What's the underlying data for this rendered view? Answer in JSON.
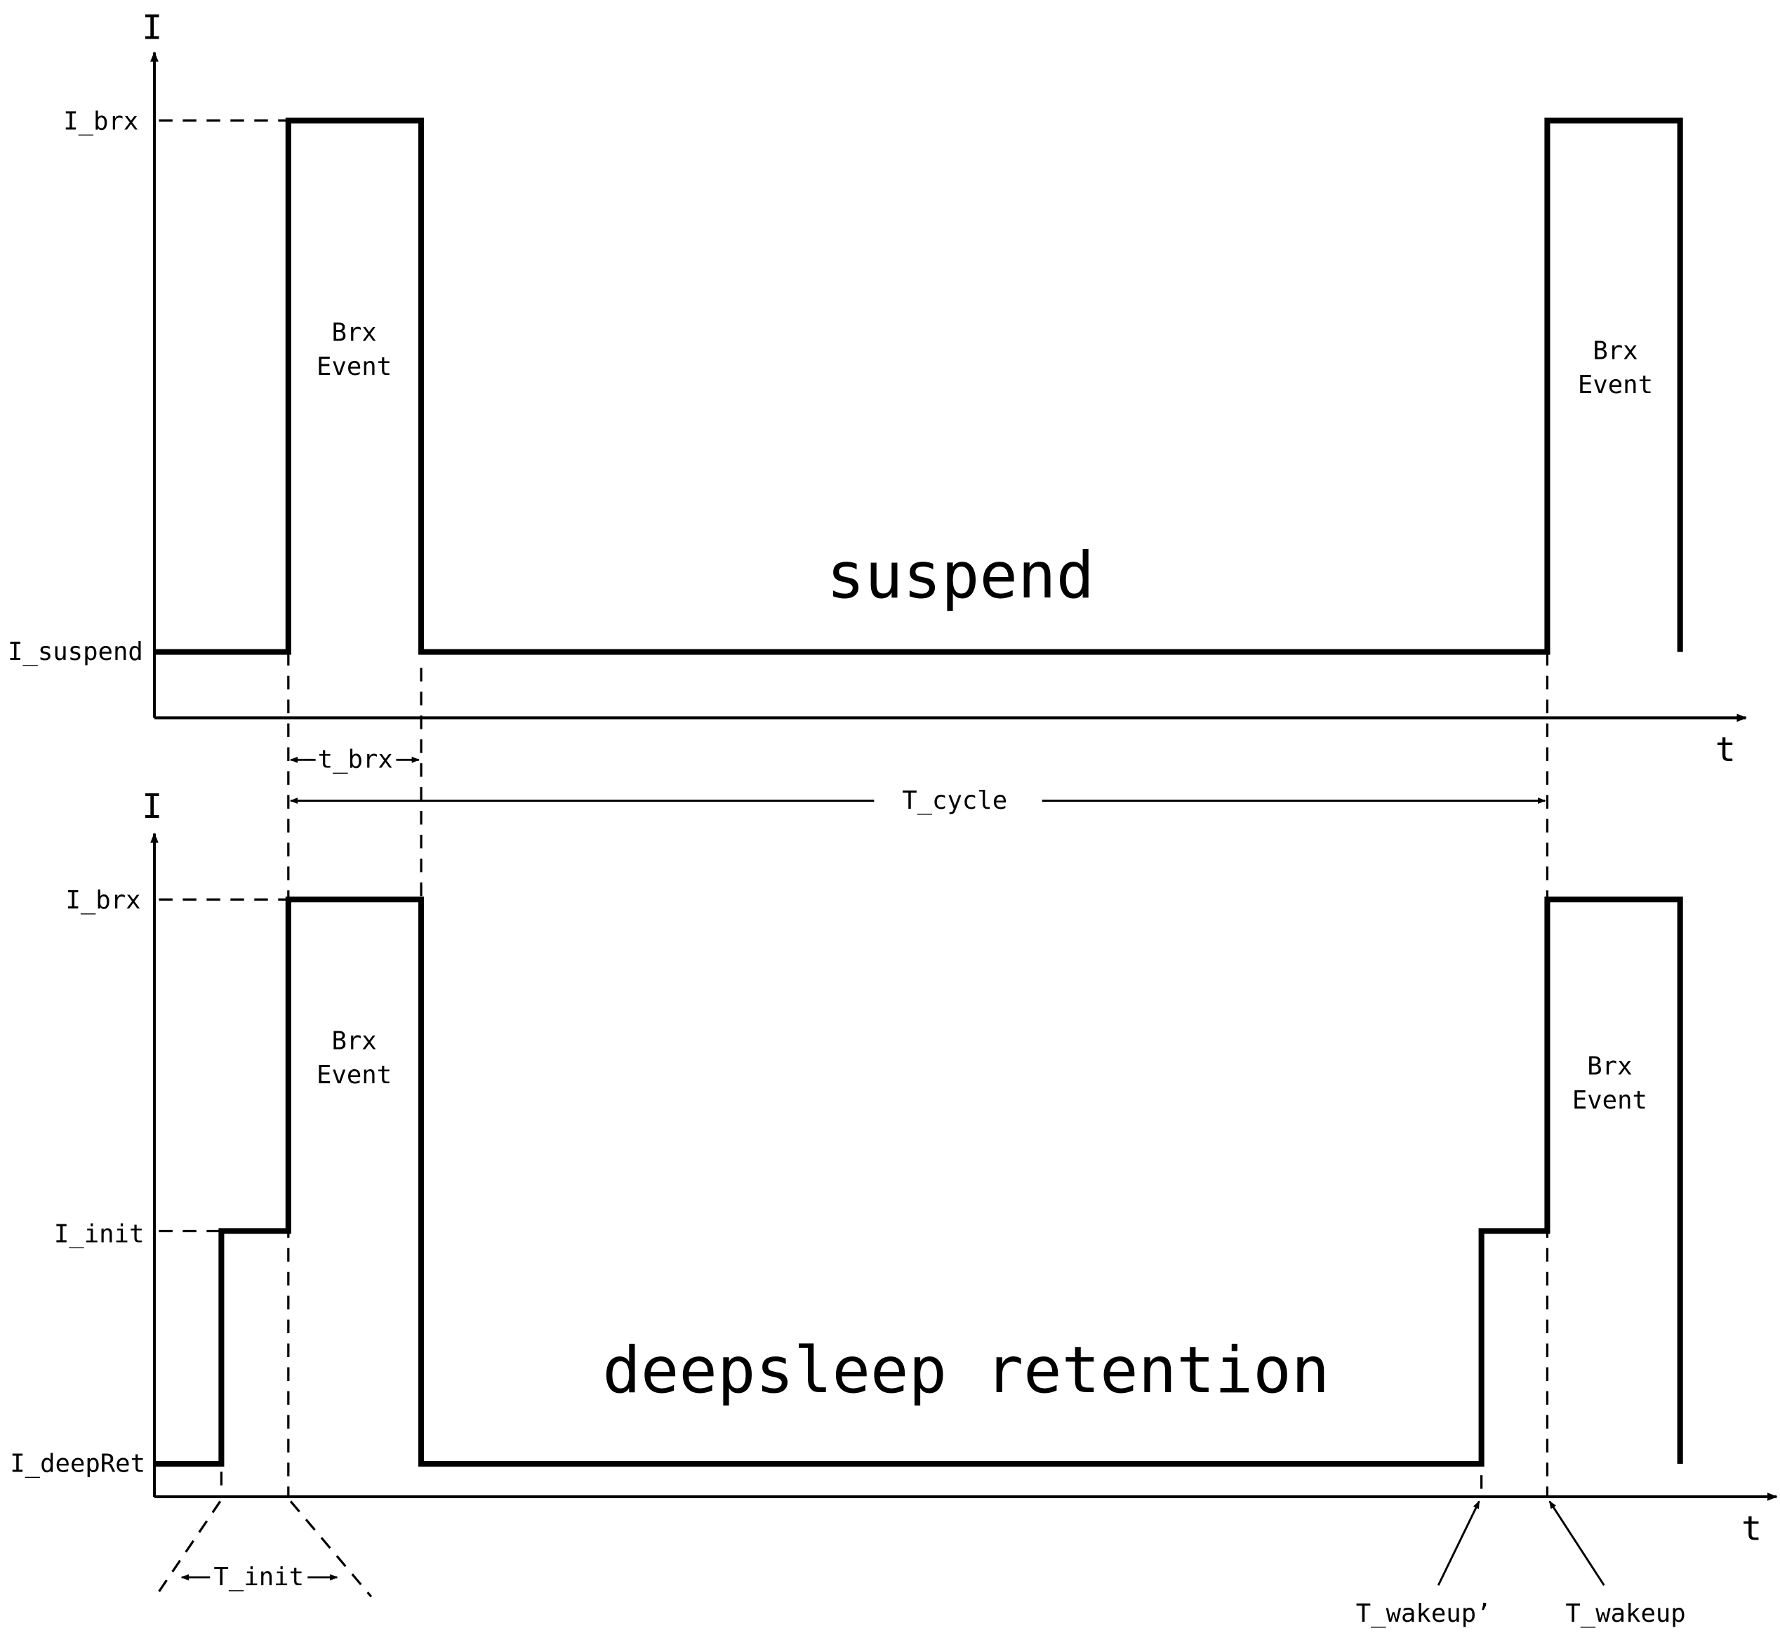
{
  "top_panel": {
    "y_axis_label": "I",
    "x_axis_label": "t",
    "level_high": "I_brx",
    "level_low": "I_suspend",
    "event_left": [
      "Brx",
      "Event"
    ],
    "event_right": [
      "Brx",
      "Event"
    ],
    "mode_label": "suspend"
  },
  "intervals": {
    "t_brx": "t_brx",
    "t_cycle": "T_cycle"
  },
  "bottom_panel": {
    "y_axis_label": "I",
    "x_axis_label": "t",
    "level_high": "I_brx",
    "level_mid": "I_init",
    "level_low": "I_deepRet",
    "event_left": [
      "Brx",
      "Event"
    ],
    "event_right": [
      "Brx",
      "Event"
    ],
    "mode_label": "deepsleep retention",
    "t_init": "T_init",
    "t_wakeup_prime": "T_wakeup’",
    "t_wakeup": "T_wakeup"
  }
}
